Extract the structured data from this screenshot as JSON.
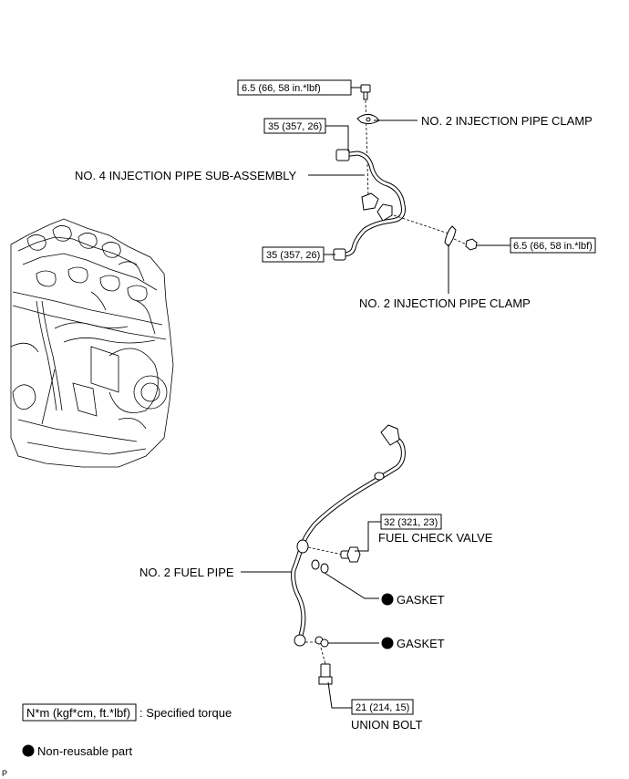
{
  "labels": {
    "clamp_top": "NO. 2 INJECTION PIPE CLAMP",
    "sub_assembly": "NO. 4 INJECTION PIPE SUB-ASSEMBLY",
    "clamp_bottom": "NO. 2 INJECTION PIPE CLAMP",
    "fuel_check_valve": "FUEL CHECK VALVE",
    "fuel_pipe": "NO. 2 FUEL PIPE",
    "gasket_1": "GASKET",
    "gasket_2": "GASKET",
    "union_bolt": "UNION BOLT"
  },
  "torques": {
    "clamp_bolt": "6.5 (66, 58 in.*lbf)",
    "pipe_upper_nut": "35 (357, 26)",
    "pipe_lower_nut": "35 (357, 26)",
    "clamp_nut": "6.5 (66, 58 in.*lbf)",
    "check_valve": "32 (321, 23)",
    "union_bolt": "21 (214, 15)"
  },
  "legend": {
    "torque_unit": "N*m (kgf*cm, ft.*lbf)",
    "torque_desc": ": Specified torque",
    "non_reusable": "Non-reusable part"
  },
  "figure_code": "P"
}
